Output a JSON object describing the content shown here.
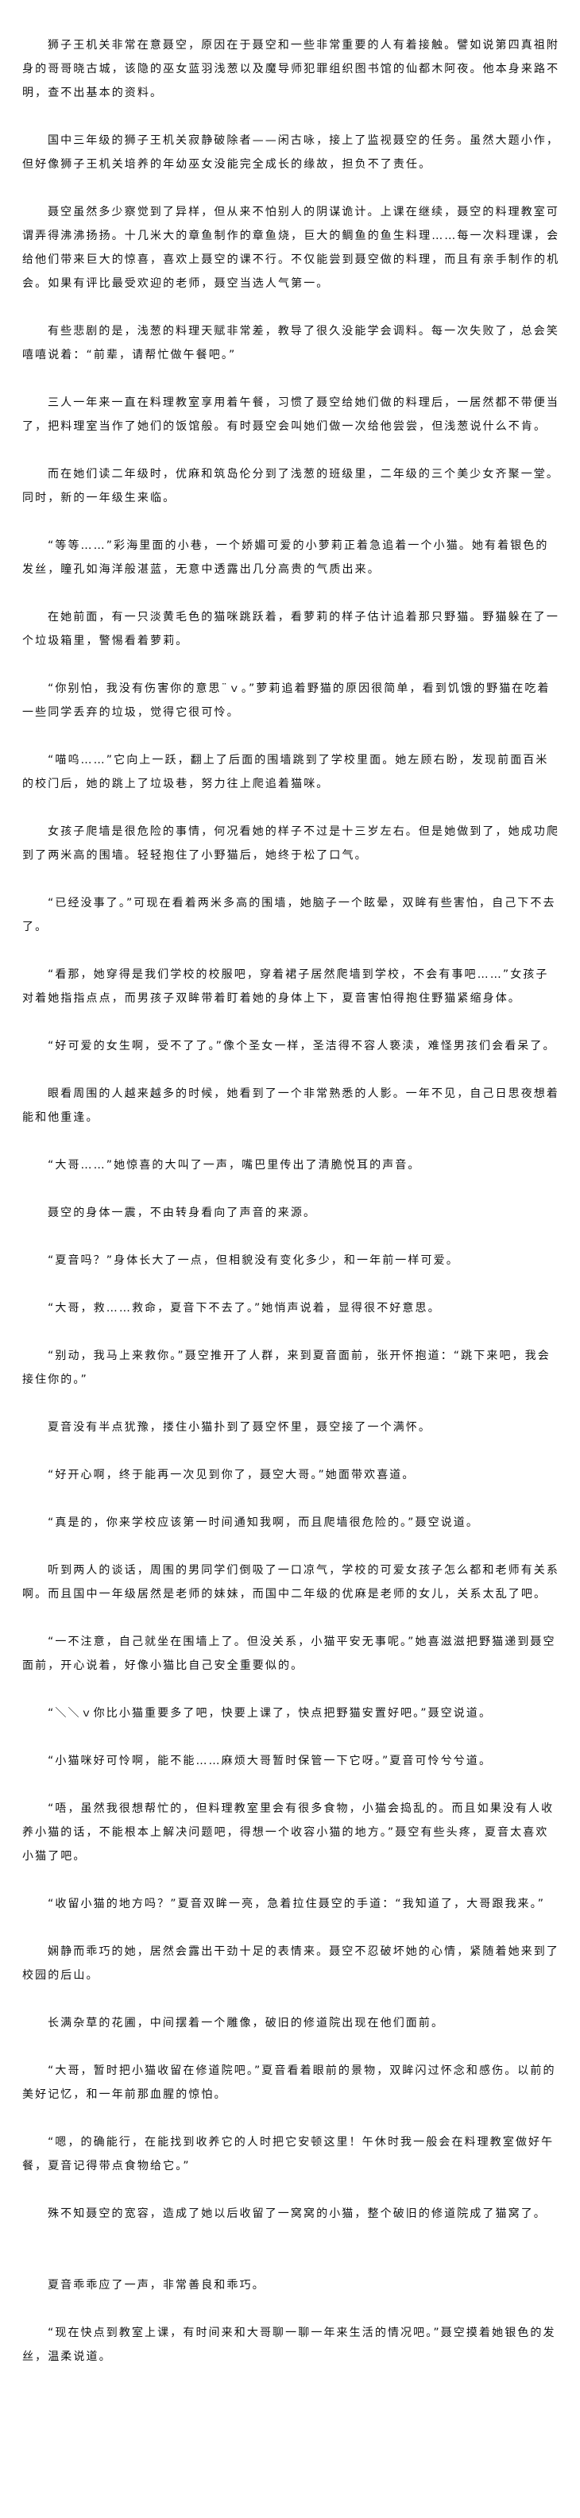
{
  "document": {
    "paragraphs": [
      "狮子王机关非常在意聂空，原因在于聂空和一些非常重要的人有着接触。譬如说第四真祖附身的哥哥晓古城，该隐的巫女蓝羽浅葱以及魔导师犯罪组织图书馆的仙都木阿夜。他本身来路不明，查不出基本的资料。",
      "国中三年级的狮子王机关寂静破除者——闲古咏，接上了监视聂空的任务。虽然大题小作，但好像狮子王机关培养的年幼巫女没能完全成长的缘故，担负不了责任。",
      "聂空虽然多少察觉到了异样，但从来不怕别人的阴谋诡计。上课在继续，聂空的料理教室可谓弄得沸沸扬扬。十几米大的章鱼制作的章鱼烧，巨大的鲷鱼的鱼生料理……每一次料理课，会给他们带来巨大的惊喜，喜欢上聂空的课不行。不仅能尝到聂空做的料理，而且有亲手制作的机会。如果有评比最受欢迎的老师，聂空当选人气第一。",
      "有些悲剧的是，浅葱的料理天赋非常差，教导了很久没能学会调料。每一次失败了，总会笑嘻嘻说着：“前辈，请帮忙做午餐吧。”",
      "三人一年来一直在料理教室享用着午餐，习惯了聂空给她们做的料理后，一居然都不带便当了，把料理室当作了她们的饭馆般。有时聂空会叫她们做一次给他尝尝，但浅葱说什么不肯。",
      "而在她们读二年级时，优麻和筑岛伦分到了浅葱的班级里，二年级的三个美少女齐聚一堂。同时，新的一年级生来临。",
      "“等等……”彩海里面的小巷，一个娇媚可爱的小萝莉正着急追着一个小猫。她有着银色的发丝，瞳孔如海洋般湛蓝，无意中透露出几分高贵的气质出来。",
      "在她前面，有一只淡黄毛色的猫咪跳跃着，看萝莉的样子估计追着那只野猫。野猫躲在了一个垃圾箱里，警惕看着萝莉。",
      "“你别怕，我没有伤害你的意思¨ｖ。”萝莉追着野猫的原因很简单，看到饥饿的野猫在吃着一些同学丢弃的垃圾，觉得它很可怜。",
      "“喵呜……”它向上一跃，翻上了后面的围墙跳到了学校里面。她左顾右盼，发现前面百米的校门后，她的跳上了垃圾巷，努力往上爬追着猫咪。",
      "女孩子爬墙是很危险的事情，何况看她的样子不过是十三岁左右。但是她做到了，她成功爬到了两米高的围墙。轻轻抱住了小野猫后，她终于松了口气。",
      "“已经没事了。”可现在看着两米多高的围墙，她脑子一个眩晕，双眸有些害怕，自己下不去了。",
      "“看那，她穿得是我们学校的校服吧，穿着裙子居然爬墙到学校，不会有事吧……”女孩子对着她指指点点，而男孩子双眸带着盯着她的身体上下，夏音害怕得抱住野猫紧缩身体。",
      "“好可爱的女生啊，受不了了。”像个圣女一样，圣洁得不容人亵渎，难怪男孩们会看呆了。",
      "眼看周围的人越来越多的时候，她看到了一个非常熟悉的人影。一年不见，自己日思夜想着能和他重逢。",
      "“大哥……”她惊喜的大叫了一声，嘴巴里传出了清脆悦耳的声音。",
      "聂空的身体一震，不由转身看向了声音的来源。",
      "“夏音吗？”身体长大了一点，但相貌没有变化多少，和一年前一样可爱。",
      "“大哥，救……救命，夏音下不去了。”她悄声说着，显得很不好意思。",
      "“别动，我马上来救你。”聂空推开了人群，来到夏音面前，张开怀抱道：“跳下来吧，我会接住你的。”",
      "夏音没有半点犹豫，搂住小猫扑到了聂空怀里，聂空接了一个满怀。",
      "“好开心啊，终于能再一次见到你了，聂空大哥。”她面带欢喜道。",
      "“真是的，你来学校应该第一时间通知我啊，而且爬墙很危险的。”聂空说道。",
      "听到两人的谈话，周围的男同学们倒吸了一口凉气，学校的可爱女孩子怎么都和老师有关系啊。而且国中一年级居然是老师的妹妹，而国中二年级的优麻是老师的女儿，关系太乱了吧。",
      "“一不注意，自己就坐在围墙上了。但没关系，小猫平安无事呢。”她喜滋滋把野猫递到聂空面前，开心说着，好像小猫比自己安全重要似的。",
      "“＼＼ｖ你比小猫重要多了吧，快要上课了，快点把野猫安置好吧。”聂空说道。",
      "“小猫咪好可怜啊，能不能……麻烦大哥暂时保管一下它呀。”夏音可怜兮兮道。",
      "“唔，虽然我很想帮忙的，但料理教室里会有很多食物，小猫会捣乱的。而且如果没有人收养小猫的话，不能根本上解决问题吧，得想一个收容小猫的地方。”聂空有些头疼，夏音太喜欢小猫了吧。",
      "“收留小猫的地方吗？”夏音双眸一亮，急着拉住聂空的手道：“我知道了，大哥跟我来。”",
      "娴静而乖巧的她，居然会露出干劲十足的表情来。聂空不忍破坏她的心情，紧随着她来到了校园的后山。",
      "长满杂草的花圃，中间摆着一个雕像，破旧的修道院出现在他们面前。",
      "“大哥，暂时把小猫收留在修道院吧。”夏音看着眼前的景物，双眸闪过怀念和感伤。以前的美好记忆，和一年前那血腥的惊怕。",
      "“嗯，的确能行，在能找到收养它的人时把它安顿这里！午休时我一般会在料理教室做好午餐，夏音记得带点食物给它。”",
      "殊不知聂空的宽容，造成了她以后收留了一窝窝的小猫，整个破旧的修道院成了猫窝了。",
      "夏音乖乖应了一声，非常善良和乖巧。",
      "“现在快点到教室上课，有时间来和大哥聊一聊一年来生活的情况吧。”聂空摸着她银色的发丝，温柔说道。"
    ]
  }
}
